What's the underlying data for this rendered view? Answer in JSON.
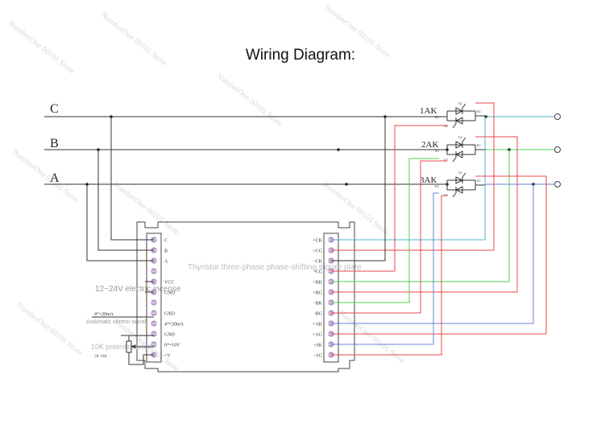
{
  "title": "Wiring Diagram:",
  "phases": [
    "C",
    "B",
    "A"
  ],
  "board_label": "Thyristor three-phase phase-shifting trigger plate",
  "left_pins": [
    "C",
    "B",
    "A",
    "",
    "VCC",
    "GND",
    "",
    "GND",
    "4～20mA",
    "GND",
    "0～10V",
    "+V"
  ],
  "right_pins": [
    "+CK",
    "+CG",
    "-CK",
    "-CG",
    "+BK",
    "+BG",
    "-BK",
    "-BG",
    "+AK",
    "+AG",
    "-AK",
    "-AG"
  ],
  "modules": [
    {
      "label": "1AK",
      "g1": "G1",
      "k1": "K1",
      "k2": "K2",
      "g2": "G2"
    },
    {
      "label": "2AK",
      "g1": "G1",
      "k1": "K1",
      "k2": "K2",
      "g2": "G2"
    },
    {
      "label": "3AK",
      "g1": "G1",
      "k1": "K1",
      "k2": "K2",
      "g2": "G2"
    }
  ],
  "annotations": {
    "power": "12~24V electric incense",
    "current_input": "4～20mA",
    "control_signal": "Automatic control signal",
    "potentiometer": "10K potentiometer",
    "pot_small": "5K 10K"
  },
  "watermark": "NumberOne 00101 Store",
  "colors": {
    "black": "#222222",
    "red": "#e8474a",
    "green": "#4cd35a",
    "blue": "#6a7fd6",
    "cyan": "#4fb3c9",
    "pin": "#c9a7d9"
  }
}
